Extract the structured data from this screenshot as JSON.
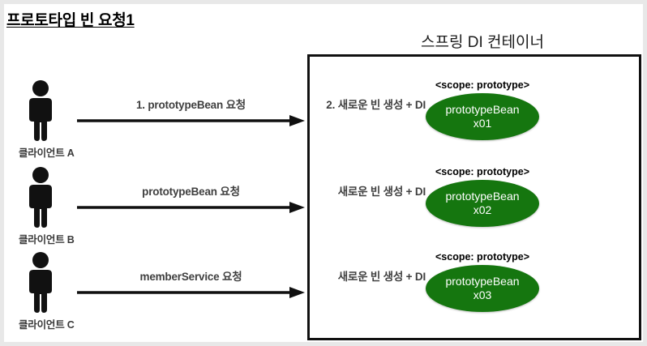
{
  "page": {
    "title": "프로토타입 빈 요청1",
    "background": "#ffffff",
    "frame_color": "#e8e8e8"
  },
  "container": {
    "title": "스프링 DI 컨테이너",
    "border_color": "#101010"
  },
  "colors": {
    "bean_green": "#15760f",
    "text_dark": "#3f3f3f",
    "black": "#000000"
  },
  "rows": [
    {
      "client_label": "클라이언트 A",
      "client_icon": "person-icon",
      "arrow_label": "1. prototypeBean 요청",
      "arrow_icon": "arrow-right-icon",
      "di_label": "2. 새로운 빈 생성 + DI",
      "scope_label": "<scope: prototype>",
      "bean_name": "prototypeBean",
      "bean_id": "x01"
    },
    {
      "client_label": "클라이언트 B",
      "client_icon": "person-icon",
      "arrow_label": "prototypeBean 요청",
      "arrow_icon": "arrow-right-icon",
      "di_label": "새로운 빈 생성 + DI",
      "scope_label": "<scope: prototype>",
      "bean_name": "prototypeBean",
      "bean_id": "x02"
    },
    {
      "client_label": "클라이언트 C",
      "client_icon": "person-icon",
      "arrow_label": "memberService 요청",
      "arrow_icon": "arrow-right-icon",
      "di_label": "새로운 빈 생성 + DI",
      "scope_label": "<scope: prototype>",
      "bean_name": "prototypeBean",
      "bean_id": "x03"
    }
  ]
}
